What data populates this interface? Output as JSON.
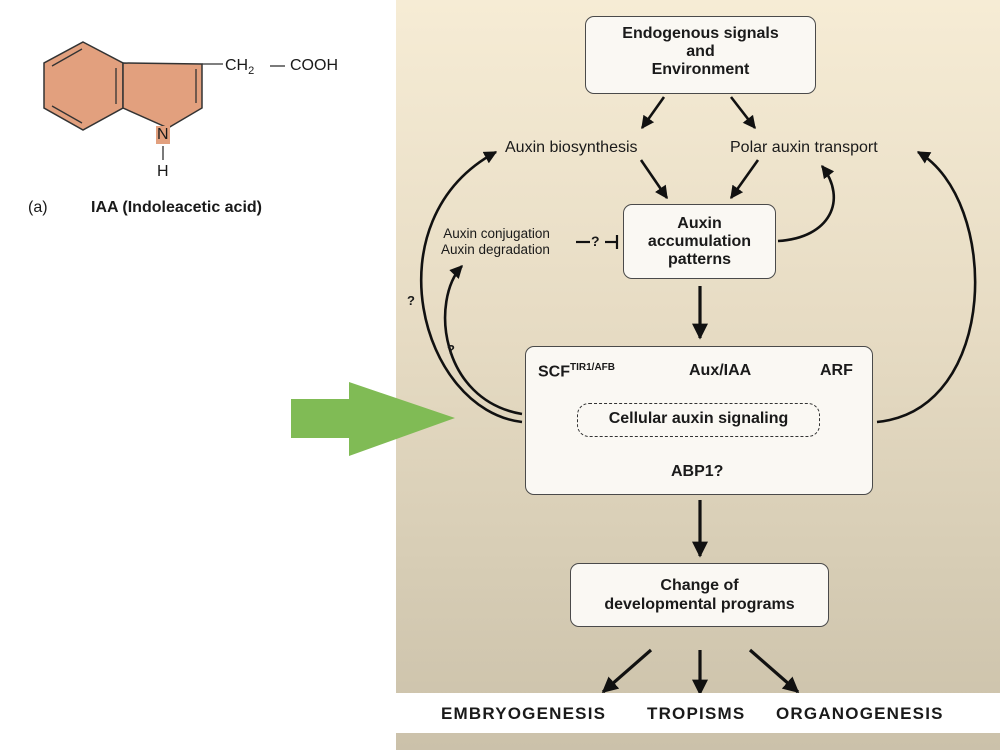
{
  "molecule": {
    "name_caption": "IAA (Indoleacetic acid)",
    "panel_label": "(a)",
    "substituent_ch2": "CH",
    "substituent_ch2_sub": "2",
    "substituent_acid": "COOH",
    "atom_n": "N",
    "atom_h": "H",
    "ring_fill": "#e2a07e"
  },
  "highlight_arrow": {
    "color": "#80bb55",
    "direction": "right"
  },
  "diagram": {
    "background_top": "#f6ecd5",
    "background_bottom": "#cbc1aa",
    "top_box": {
      "line1": "Endogenous signals",
      "line2": "and",
      "line3": "Environment"
    },
    "biosynthesis": "Auxin biosynthesis",
    "transport": "Polar auxin transport",
    "conjugation": "Auxin conjugation",
    "degradation": "Auxin degradation",
    "inhibit_question": "?",
    "accumulation_box": {
      "line1": "Auxin",
      "line2": "accumulation",
      "line3": "patterns"
    },
    "signaling_box": {
      "scf": "SCF",
      "scf_sup": "TIR1/AFB",
      "aux_iaa": "Aux/IAA",
      "arf": "ARF",
      "cellular": "Cellular auxin signaling",
      "abp1": "ABP1?"
    },
    "feedback_question_outer": "?",
    "feedback_question_inner": "?",
    "change_box": {
      "line1": "Change of",
      "line2": "developmental programs"
    },
    "outcomes": [
      "EMBRYOGENESIS",
      "TROPISMS",
      "ORGANOGENESIS"
    ]
  }
}
